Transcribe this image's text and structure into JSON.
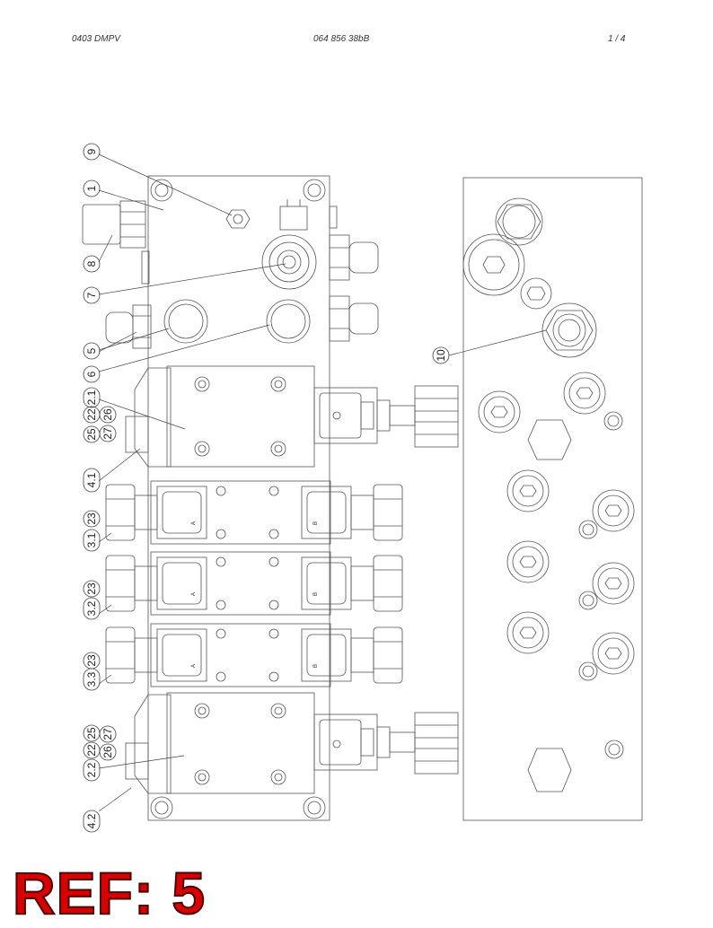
{
  "header": {
    "left": "0403  DMPV",
    "center": "064 856 38bB",
    "right": "1 /   4"
  },
  "callouts": [
    "9",
    "1",
    "8",
    "7",
    "5",
    "6",
    "10",
    "25",
    "22",
    "2.1",
    "27",
    "26",
    "4.1",
    "3.1",
    "23",
    "3.2",
    "23",
    "3.3",
    "23",
    "2.2",
    "22",
    "25",
    "27",
    "26",
    "4.2"
  ],
  "valve_letters": [
    "A",
    "B",
    "A",
    "B",
    "A",
    "B"
  ],
  "reference": "REF: 5"
}
